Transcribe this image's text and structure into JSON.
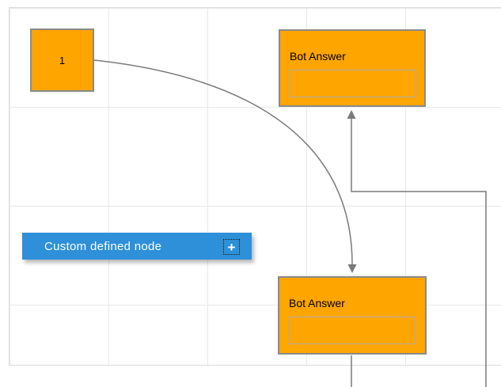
{
  "colors": {
    "node_fill": "#FFA500",
    "node_border": "#8A8A8A",
    "node_text": "#000000",
    "inner_box_border": "#ABABAB",
    "custom_node_fill": "#2D90D8",
    "custom_node_text": "#FFFFFF",
    "connector": "#7A7A7A",
    "grid_line": "#E8E8E8",
    "page_border": "#DCDCDC"
  },
  "nodes": {
    "source": {
      "label": "1"
    },
    "bot_answer_top": {
      "title": "Bot Answer",
      "field_value": ""
    },
    "bot_answer_bottom": {
      "title": "Bot Answer",
      "field_value": ""
    },
    "custom": {
      "label": "Custom defined node",
      "add_button": "+"
    }
  }
}
